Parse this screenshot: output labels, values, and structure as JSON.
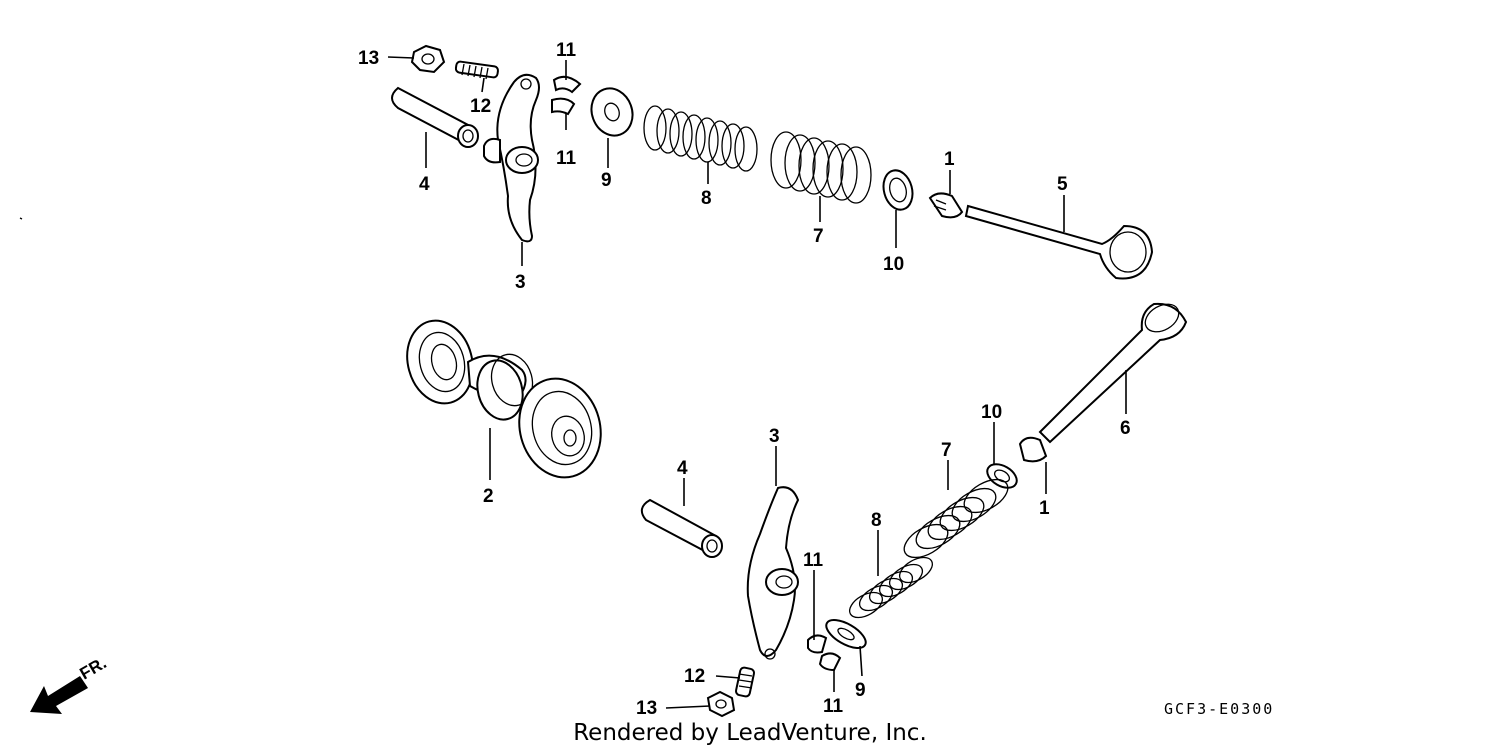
{
  "callouts": {
    "upper": {
      "n13": "13",
      "n12": "12",
      "n11a": "11",
      "n11b": "11",
      "n9": "9",
      "n8": "8",
      "n7": "7",
      "n10": "10",
      "n1": "1",
      "n5": "5",
      "n4": "4",
      "n3": "3"
    },
    "middle": {
      "n2": "2"
    },
    "lower": {
      "n6": "6",
      "n10": "10",
      "n7": "7",
      "n3": "3",
      "n4": "4",
      "n1": "1",
      "n8": "8",
      "n11a": "11",
      "n11b": "11",
      "n12": "12",
      "n13": "13",
      "n9": "9"
    }
  },
  "direction_label": "FR.",
  "diagram_code": "GCF3-E0300",
  "footer_text": "Rendered by LeadVenture, Inc."
}
